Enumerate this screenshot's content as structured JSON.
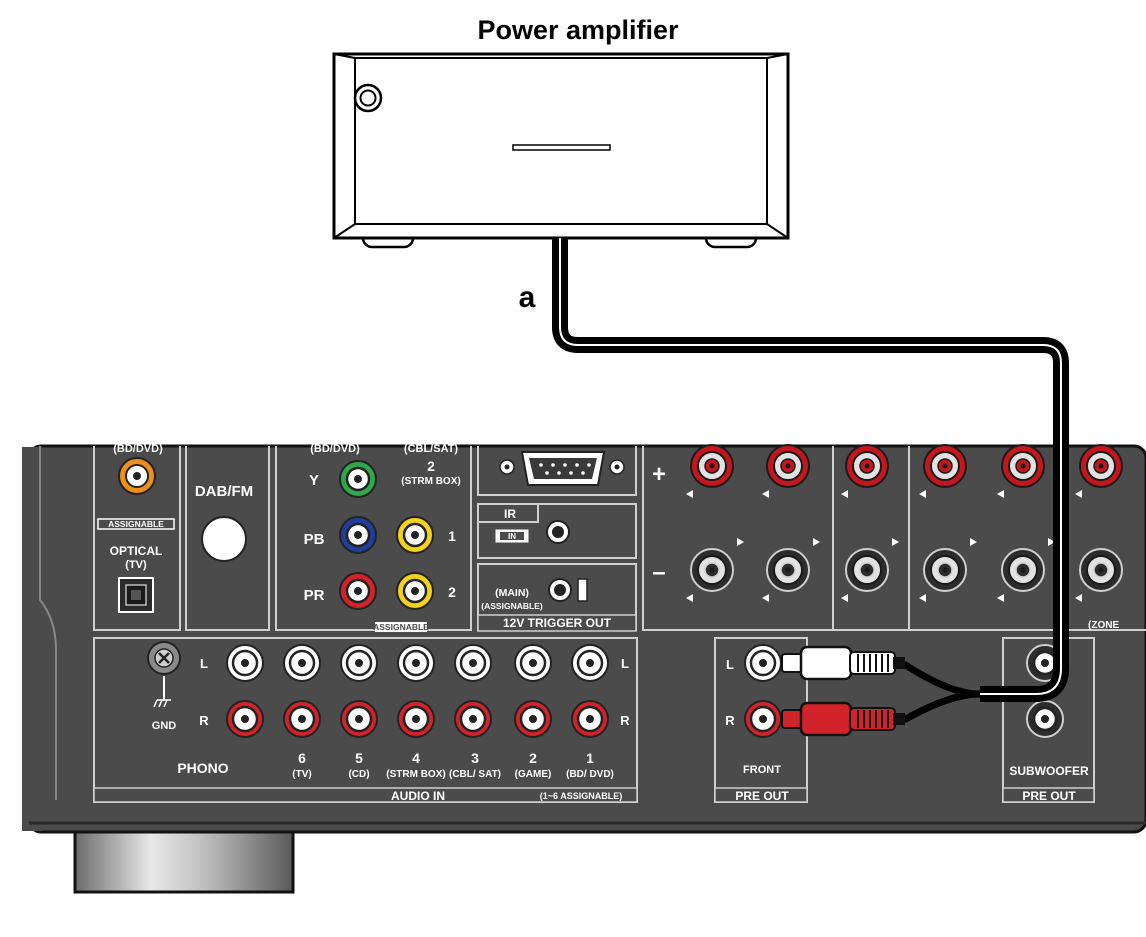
{
  "title": "Power amplifier",
  "cable_label": "a",
  "receiver": {
    "top_labels": {
      "bd_dvd_1": "(BD/DVD)",
      "bd_dvd_2": "(BD/DVD)",
      "cbl_sat": "(CBL/SAT)"
    },
    "assignable": "ASSIGNABLE",
    "optical": {
      "title": "OPTICAL",
      "sub": "(TV)"
    },
    "dab_fm": "DAB/FM",
    "component": {
      "y": "Y",
      "pb": "PB",
      "pr": "PR",
      "in2": "2",
      "in2_sub": "(STRM BOX)",
      "in1": "1",
      "in2b": "2"
    },
    "ir": {
      "title": "IR",
      "in": "IN"
    },
    "trigger": {
      "main": "(MAIN)",
      "assignable": "(ASSIGNABLE)",
      "title": "12V TRIGGER OUT"
    },
    "speaker": {
      "plus": "+",
      "minus": "–",
      "zone": "(ZONE"
    },
    "phono": {
      "l": "L",
      "r": "R",
      "gnd": "GND",
      "title": "PHONO"
    },
    "audio_in": {
      "l": "L",
      "r": "R",
      "inputs": [
        {
          "num": "6",
          "name": "(TV)"
        },
        {
          "num": "5",
          "name": "(CD)"
        },
        {
          "num": "4",
          "name": "(STRM BOX)"
        },
        {
          "num": "3",
          "name": "(CBL/ SAT)"
        },
        {
          "num": "2",
          "name": "(GAME)"
        },
        {
          "num": "1",
          "name": "(BD/ DVD)"
        }
      ],
      "title": "AUDIO IN",
      "note": "(1~6 ASSIGNABLE)"
    },
    "front_pre_out": {
      "l": "L",
      "r": "R",
      "front": "FRONT",
      "title": "PRE OUT"
    },
    "subwoofer_pre_out": {
      "sub": "SUBWOOFER",
      "title": "PRE OUT"
    }
  },
  "colors": {
    "panel": "#4b4b4b",
    "green": "#2ea84a",
    "blue": "#1f3e9e",
    "red": "#d2232a",
    "yellow": "#f2d21b",
    "orange": "#ec8f1c",
    "speaker_red": "#c4161c"
  }
}
